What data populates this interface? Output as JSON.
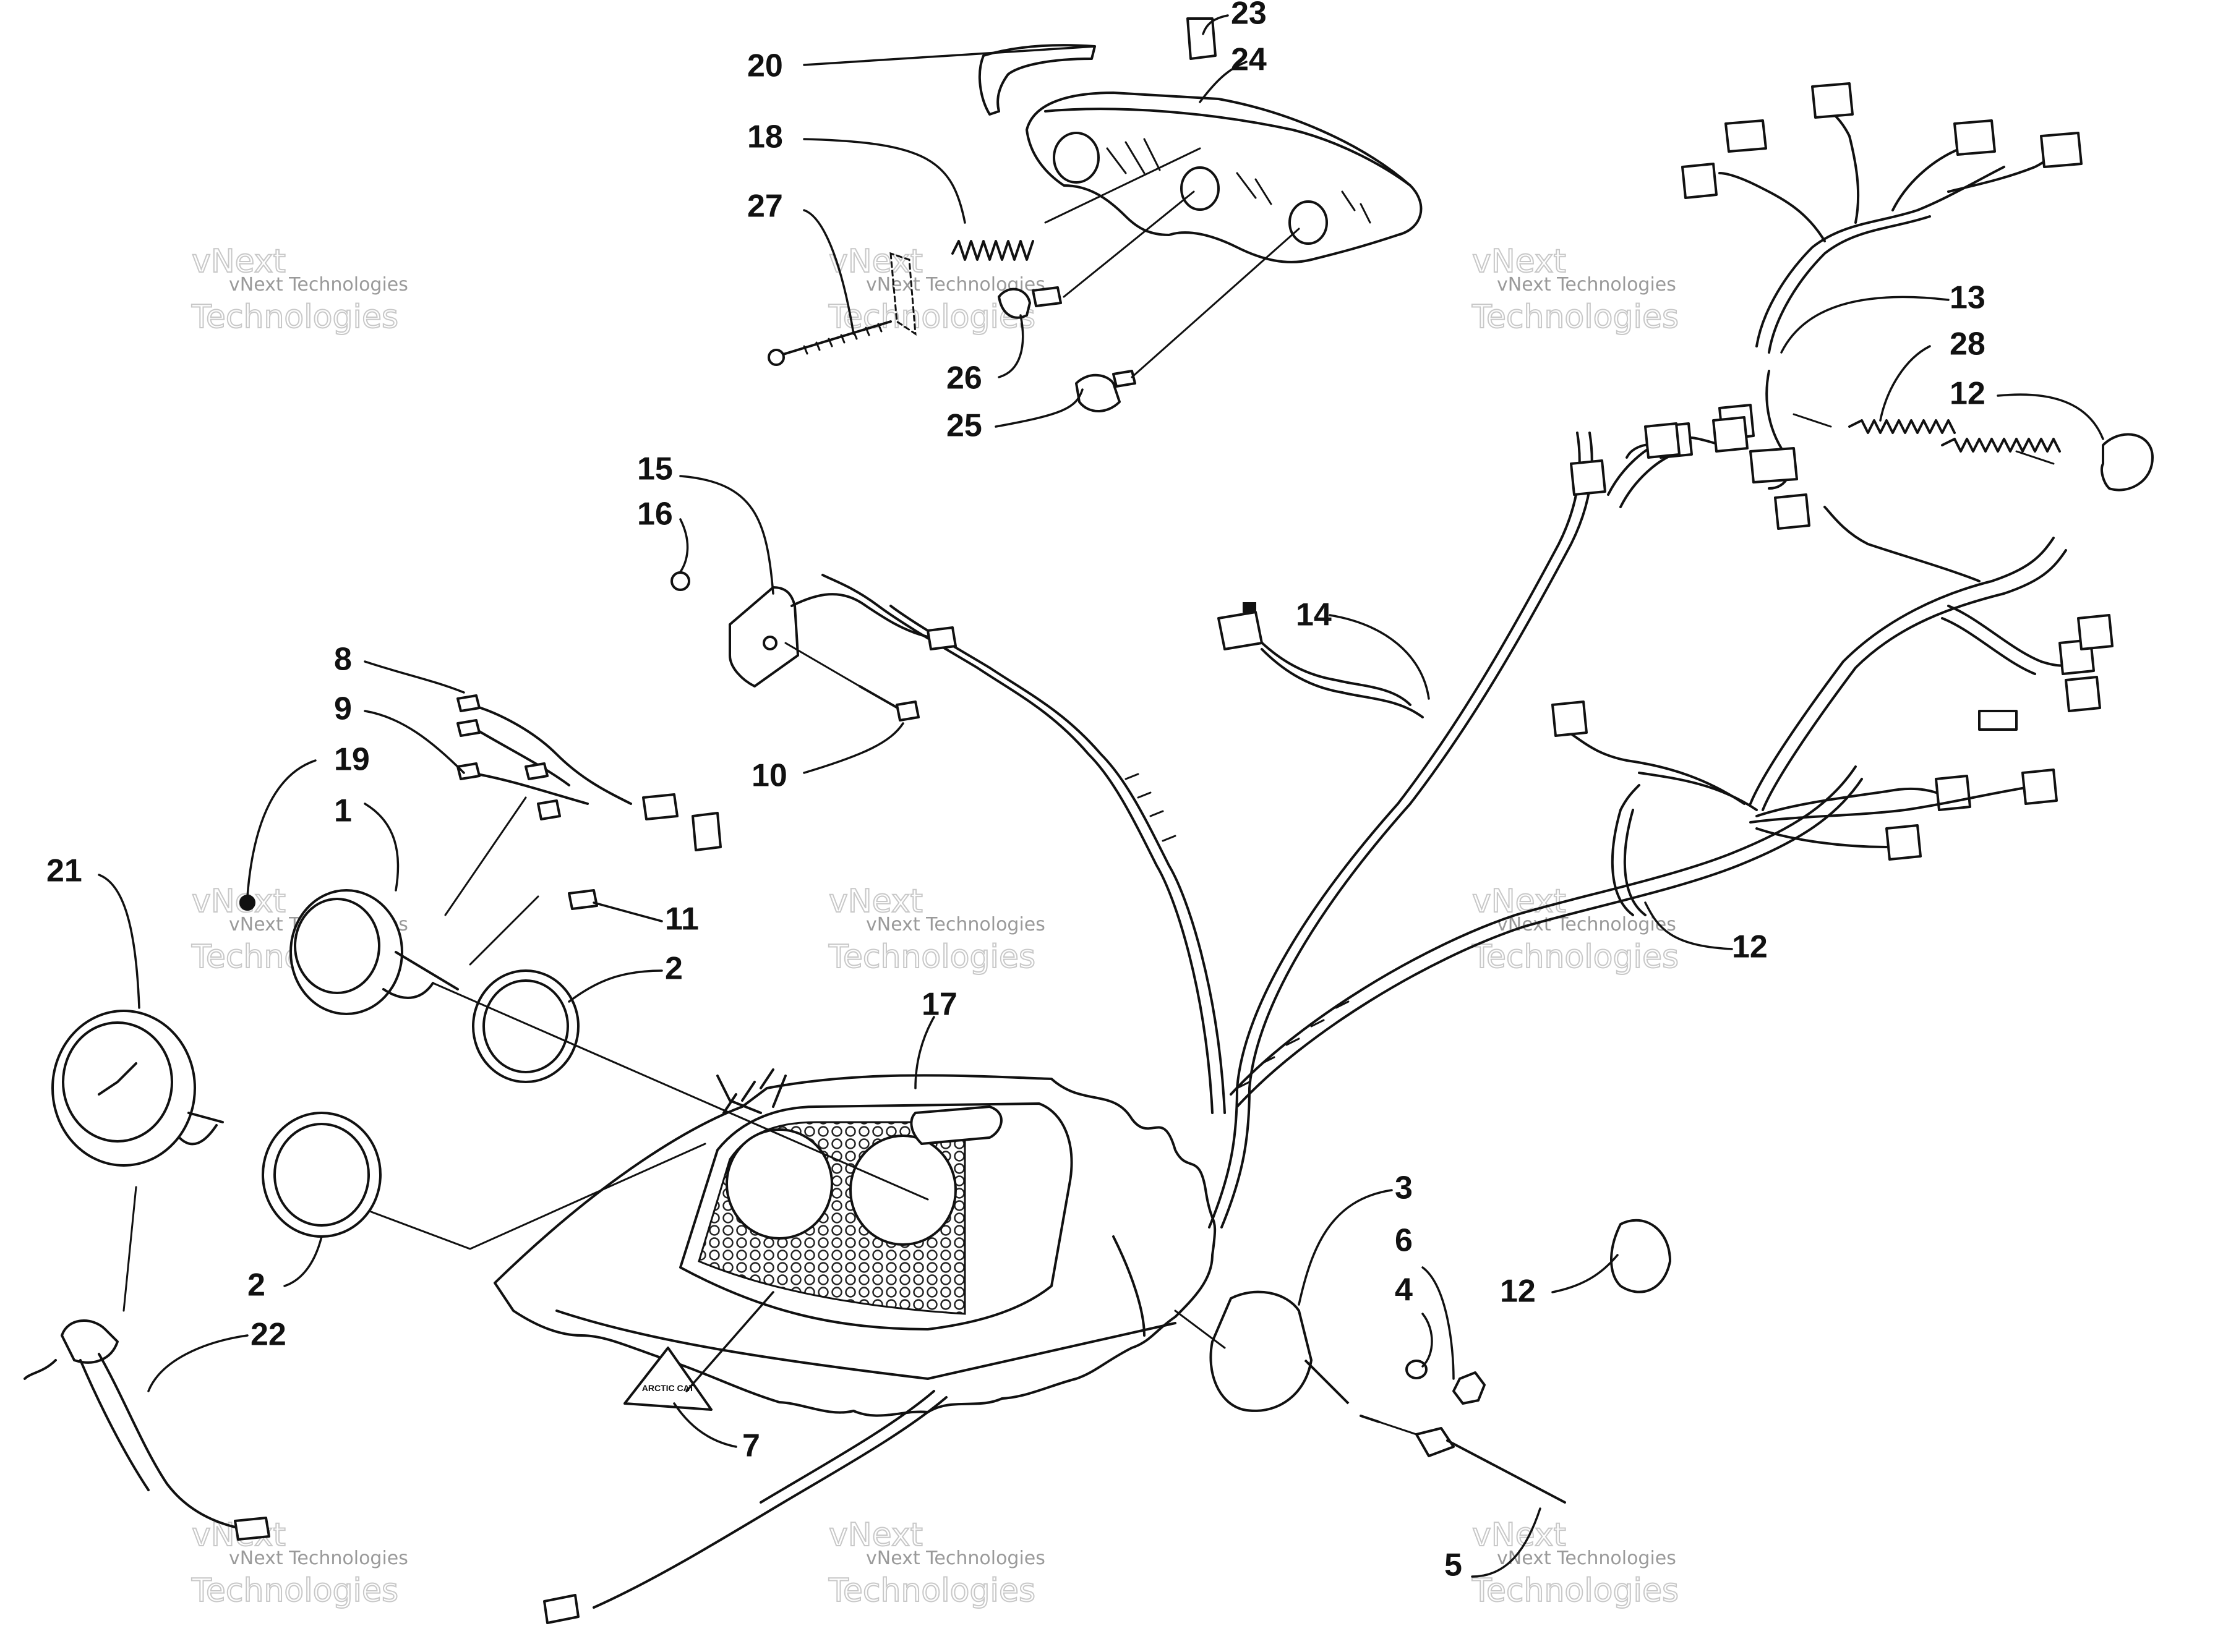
{
  "watermark": {
    "line1": "vNext",
    "line2": "vNext Technologies",
    "line3": "Technologies"
  },
  "callouts": {
    "n1": "1",
    "n2a": "2",
    "n2b": "2",
    "n3": "3",
    "n4": "4",
    "n5": "5",
    "n6": "6",
    "n7": "7",
    "n8": "8",
    "n9": "9",
    "n10": "10",
    "n11": "11",
    "n12a": "12",
    "n12b": "12",
    "n12c": "12",
    "n13": "13",
    "n14": "14",
    "n15": "15",
    "n16": "16",
    "n17": "17",
    "n18": "18",
    "n19": "19",
    "n20": "20",
    "n21": "21",
    "n22": "22",
    "n23": "23",
    "n24": "24",
    "n25": "25",
    "n26": "26",
    "n27": "27",
    "n28": "28"
  },
  "console_decal": "ARCTIC CAT"
}
